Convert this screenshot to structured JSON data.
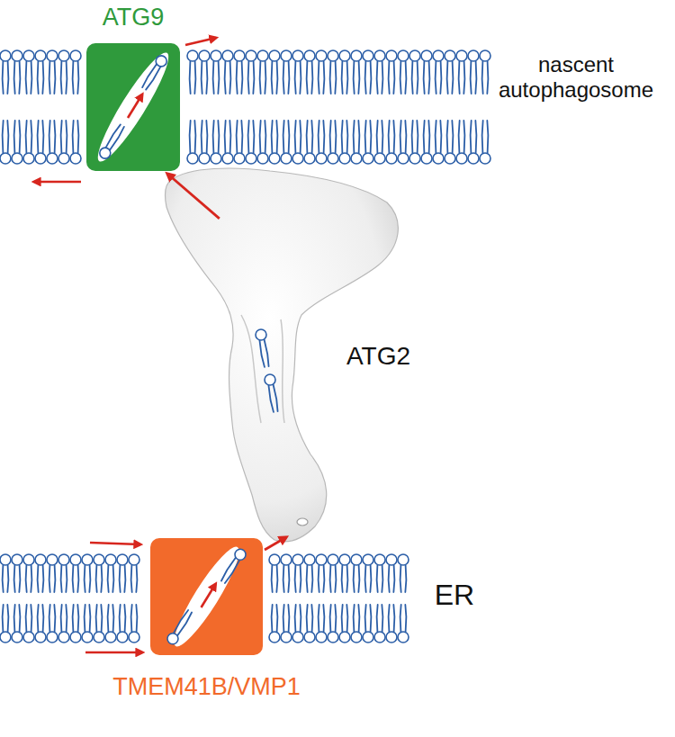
{
  "diagram": {
    "nodes": [
      {
        "text": [
          "ATG9"
        ]
      },
      {
        "text": [
          "ATG2"
        ]
      },
      {
        "text": [
          "TMEM41B/VMP1"
        ]
      }
    ],
    "edges": [
      {
        "from": 2,
        "to": 1,
        "arrow": "to"
      },
      {
        "from": 1,
        "to": 0,
        "arrow": "to"
      }
    ],
    "labels": [
      "nascent autophagosome",
      "ER"
    ]
  }
}
